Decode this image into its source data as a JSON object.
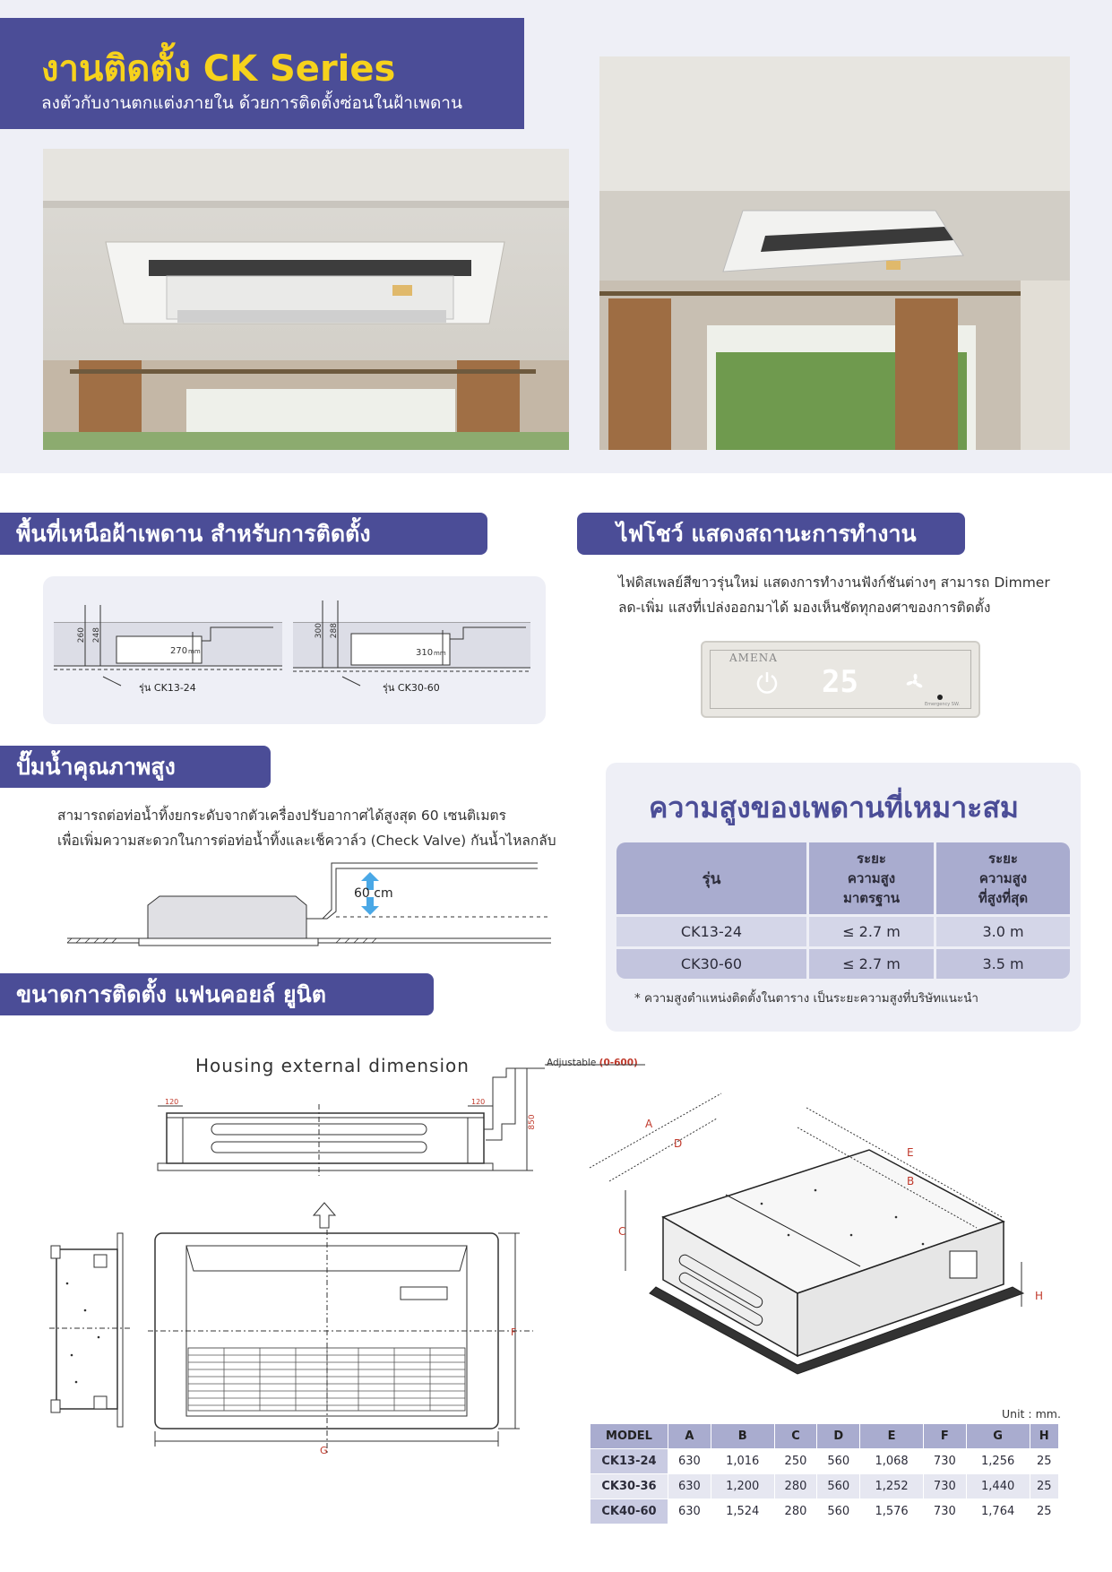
{
  "header": {
    "title": "งานติดตั้ง CK Series",
    "subtitle": "ลงตัวกับงานตกแต่งภายใน ด้วยการติดตั้งซ่อนในฝ้าเพดาน"
  },
  "sections": {
    "space": {
      "title": "พื้นที่เหนือฝ้าเพดาน สำหรับการติดตั้ง",
      "diagram1": {
        "h1": "260",
        "h2": "248",
        "inner": "270",
        "unit": "mm",
        "caption": "รุ่น CK13-24"
      },
      "diagram2": {
        "h1": "300",
        "h2": "288",
        "inner": "310",
        "unit": "mm",
        "caption": "รุ่น CK30-60"
      }
    },
    "display": {
      "title": "ไฟโชว์ แสดงสถานะการทำงาน",
      "line1": "ไฟดิสเพลย์สีขาวรุ่นใหม่ แสดงการทำงานฟังก์ชันต่างๆ สามารถ Dimmer",
      "line2": "ลด-เพิ่ม แสงที่เปล่งออกมาได้ มองเห็นชัดทุกองศาของการติดตั้ง",
      "panel_brand": "AMENA",
      "panel_temp": "25",
      "panel_note": "Emergency SW."
    },
    "pump": {
      "title": "ปั๊มน้ำคุณภาพสูง",
      "line1": "สามารถต่อท่อน้ำทิ้งยกระดับจากตัวเครื่องปรับอากาศได้สูงสุด 60 เซนติเมตร",
      "line2": "เพื่อเพิ่มความสะดวกในการต่อท่อน้ำทิ้งและเช็ควาล์ว (Check Valve) กันน้ำไหลกลับ",
      "lift": "60 cm"
    },
    "size": {
      "title": "ขนาดการติดตั้ง แฟนคอยล์ ยูนิต"
    }
  },
  "ceiling": {
    "title": "ความสูงของเพดานที่เหมาะสม",
    "headers": [
      "รุ่น",
      "ระยะ\nความสูง\nมาตรฐาน",
      "ระยะ\nความสูง\nที่สูงที่สุด"
    ],
    "rows": [
      [
        "CK13-24",
        "≤ 2.7 m",
        "3.0 m"
      ],
      [
        "CK30-60",
        "≤ 2.7 m",
        "3.5 m"
      ]
    ],
    "note": "* ความสูงตำแหน่งติดตั้งในตาราง เป็นระยะความสูงที่บริษัทแนะนำ"
  },
  "drawing": {
    "housing_label": "Housing external dimension",
    "adjustable_label": "Adjustable",
    "adjustable_range": "(0-600)",
    "dim_120a": "120",
    "dim_120b": "120",
    "dim_850": "850",
    "letters": {
      "a": "A",
      "b": "B",
      "c": "C",
      "d": "D",
      "e": "E",
      "f": "F",
      "g": "G",
      "h": "H"
    }
  },
  "spec": {
    "unit": "Unit : mm.",
    "headers": [
      "MODEL",
      "A",
      "B",
      "C",
      "D",
      "E",
      "F",
      "G",
      "H"
    ],
    "rows": [
      [
        "CK13-24",
        "630",
        "1,016",
        "250",
        "560",
        "1,068",
        "730",
        "1,256",
        "25"
      ],
      [
        "CK30-36",
        "630",
        "1,200",
        "280",
        "560",
        "1,252",
        "730",
        "1,440",
        "25"
      ],
      [
        "CK40-60",
        "630",
        "1,524",
        "280",
        "560",
        "1,576",
        "730",
        "1,764",
        "25"
      ]
    ]
  },
  "colors": {
    "brand": "#4b4d97",
    "accent": "#f6d21c",
    "panel": "#eeeff6",
    "table_head": "#a9accf"
  }
}
